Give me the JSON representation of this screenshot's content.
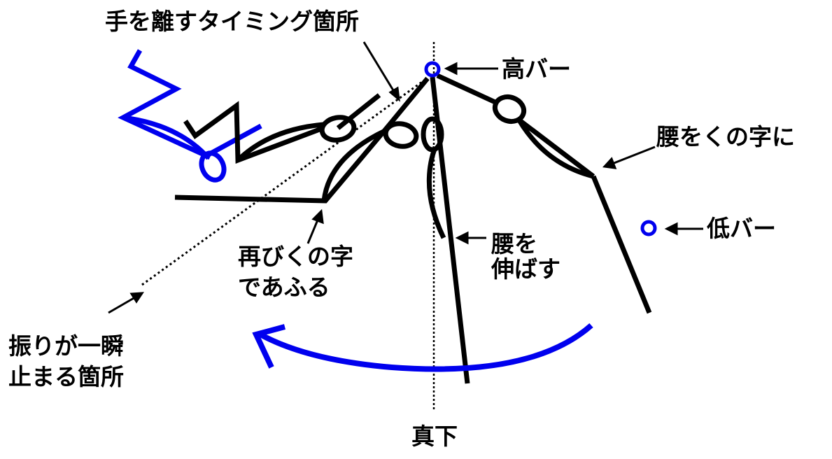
{
  "colors": {
    "accent": "#0000ee",
    "ink": "#000000"
  },
  "labels": {
    "release_point": "手を離すタイミング箇所",
    "high_bar": "高バー",
    "hip_bend": "腰をくの字に",
    "low_bar": "低バー",
    "hip_extend_1": "腰を",
    "hip_extend_2": "伸ばす",
    "rebend_1": "再びくの字",
    "rebend_2": "であふる",
    "pause_1": "振りが一瞬",
    "pause_2": "止まる箇所",
    "directly_below": "真下"
  }
}
